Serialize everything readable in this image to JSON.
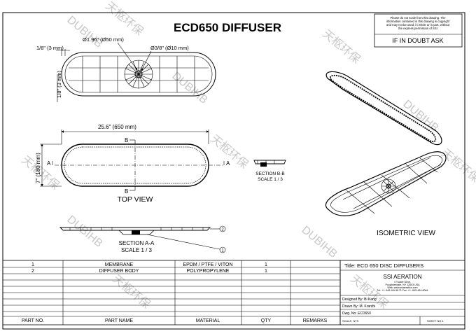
{
  "title": "ECD650 DIFFUSER",
  "notice": {
    "lines": [
      "Please do not scale from this drawing. The",
      "information contained in this drawing is copyright",
      "and may not be used, in whole or in part, without",
      "the express permission of SSI"
    ],
    "warning": "IF IN DOUBT ASK"
  },
  "top_dims": {
    "center_hole": "Ø1.96\" (Ø50 mm)",
    "small_hole": "Ø3/8\" (Ø10 mm)",
    "wall": "1/8\" (3 mm)",
    "side": "1/8\" (3 mm)",
    "length": "25.6\" (650 mm)",
    "width": "7\" (180 mm)"
  },
  "section_marks": {
    "b": "B",
    "a": "A"
  },
  "labels": {
    "top_view": "TOP VIEW",
    "section_bb": "SECTION B-B",
    "section_bb_scale": "SCALE 1 / 3",
    "section_aa": "SECTION A-A",
    "section_aa_scale": "SCALE 1 / 3",
    "isometric": "ISOMETRIC VIEW",
    "balloon1": "1",
    "balloon2": "2"
  },
  "bom": {
    "rows": [
      {
        "part": "1",
        "name": "MEMBRANE",
        "material": "EPDM / PTFE / VITON",
        "qty": "1",
        "remarks": ""
      },
      {
        "part": "2",
        "name": "DIFFUSER BODY",
        "material": "POLYPROPYLENE",
        "qty": "1",
        "remarks": ""
      }
    ],
    "headers": {
      "part": "PART NO.",
      "name": "PART NAME",
      "material": "MATERIAL",
      "qty": "QTY",
      "remarks": "REMARKS"
    }
  },
  "title_block": {
    "title": "Title: ECD 650 DISC DIFFUSERS",
    "company": "SSI AERATION",
    "address_lines": [
      "4 Tucker Drive,",
      "Poughkeepsie, NY 12603 USA",
      "Web: www.ssiaeration.com",
      "Tel: +1- 845-454-8171   Fax: +1- 845-454-8064"
    ],
    "designed": "Designed By: Bi Kang",
    "drawn": "Drawn By: M. Kranthi",
    "dwg": "Dwg. No:  ECD650",
    "scale": "SCALE: NTS",
    "sheet": "SHEET NO.1"
  },
  "watermark": [
    "DUBIHB",
    "天枢环保"
  ]
}
